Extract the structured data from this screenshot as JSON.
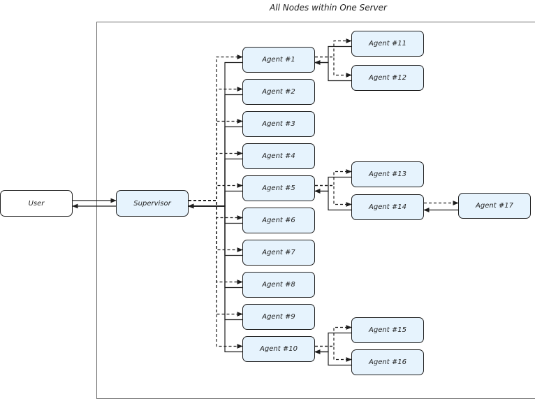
{
  "title": "All Nodes within One Server",
  "colors": {
    "node_fill": "#e6f3fd",
    "stroke": "#1e1e1e"
  },
  "nodes": {
    "user": "User",
    "supervisor": "Supervisor",
    "agent1": "Agent #1",
    "agent2": "Agent #2",
    "agent3": "Agent #3",
    "agent4": "Agent #4",
    "agent5": "Agent #5",
    "agent6": "Agent #6",
    "agent7": "Agent #7",
    "agent8": "Agent #8",
    "agent9": "Agent #9",
    "agent10": "Agent #10",
    "agent11": "Agent #11",
    "agent12": "Agent #12",
    "agent13": "Agent #13",
    "agent14": "Agent #14",
    "agent15": "Agent #15",
    "agent16": "Agent #16",
    "agent17": "Agent #17"
  },
  "edges": [
    {
      "from": "user",
      "to": "supervisor",
      "style": "solid",
      "label": ""
    },
    {
      "from": "supervisor",
      "to": "user",
      "style": "solid",
      "label": ""
    },
    {
      "from": "supervisor",
      "to": "agent1",
      "style": "dashed",
      "label": ""
    },
    {
      "from": "supervisor",
      "to": "agent2",
      "style": "dashed",
      "label": ""
    },
    {
      "from": "supervisor",
      "to": "agent3",
      "style": "dashed",
      "label": ""
    },
    {
      "from": "supervisor",
      "to": "agent4",
      "style": "dashed",
      "label": ""
    },
    {
      "from": "supervisor",
      "to": "agent5",
      "style": "dashed",
      "label": ""
    },
    {
      "from": "supervisor",
      "to": "agent6",
      "style": "dashed",
      "label": ""
    },
    {
      "from": "supervisor",
      "to": "agent7",
      "style": "dashed",
      "label": ""
    },
    {
      "from": "supervisor",
      "to": "agent8",
      "style": "dashed",
      "label": ""
    },
    {
      "from": "supervisor",
      "to": "agent9",
      "style": "dashed",
      "label": ""
    },
    {
      "from": "supervisor",
      "to": "agent10",
      "style": "dashed",
      "label": ""
    },
    {
      "from": "agent1",
      "to": "supervisor",
      "style": "solid",
      "label": ""
    },
    {
      "from": "agent2",
      "to": "supervisor",
      "style": "solid",
      "label": ""
    },
    {
      "from": "agent3",
      "to": "supervisor",
      "style": "solid",
      "label": ""
    },
    {
      "from": "agent4",
      "to": "supervisor",
      "style": "solid",
      "label": ""
    },
    {
      "from": "agent5",
      "to": "supervisor",
      "style": "solid",
      "label": ""
    },
    {
      "from": "agent6",
      "to": "supervisor",
      "style": "solid",
      "label": ""
    },
    {
      "from": "agent7",
      "to": "supervisor",
      "style": "solid",
      "label": ""
    },
    {
      "from": "agent8",
      "to": "supervisor",
      "style": "solid",
      "label": ""
    },
    {
      "from": "agent9",
      "to": "supervisor",
      "style": "solid",
      "label": ""
    },
    {
      "from": "agent10",
      "to": "supervisor",
      "style": "solid",
      "label": ""
    },
    {
      "from": "agent1",
      "to": "agent11",
      "style": "dashed",
      "label": ""
    },
    {
      "from": "agent1",
      "to": "agent12",
      "style": "dashed",
      "label": ""
    },
    {
      "from": "agent11",
      "to": "agent1",
      "style": "solid",
      "label": ""
    },
    {
      "from": "agent12",
      "to": "agent1",
      "style": "solid",
      "label": ""
    },
    {
      "from": "agent5",
      "to": "agent13",
      "style": "dashed",
      "label": ""
    },
    {
      "from": "agent5",
      "to": "agent14",
      "style": "dashed",
      "label": ""
    },
    {
      "from": "agent13",
      "to": "agent5",
      "style": "solid",
      "label": ""
    },
    {
      "from": "agent14",
      "to": "agent5",
      "style": "solid",
      "label": ""
    },
    {
      "from": "agent14",
      "to": "agent17",
      "style": "dashed",
      "label": ""
    },
    {
      "from": "agent17",
      "to": "agent14",
      "style": "solid",
      "label": ""
    },
    {
      "from": "agent10",
      "to": "agent15",
      "style": "dashed",
      "label": ""
    },
    {
      "from": "agent10",
      "to": "agent16",
      "style": "dashed",
      "label": ""
    },
    {
      "from": "agent15",
      "to": "agent10",
      "style": "solid",
      "label": ""
    },
    {
      "from": "agent16",
      "to": "agent10",
      "style": "solid",
      "label": ""
    }
  ]
}
